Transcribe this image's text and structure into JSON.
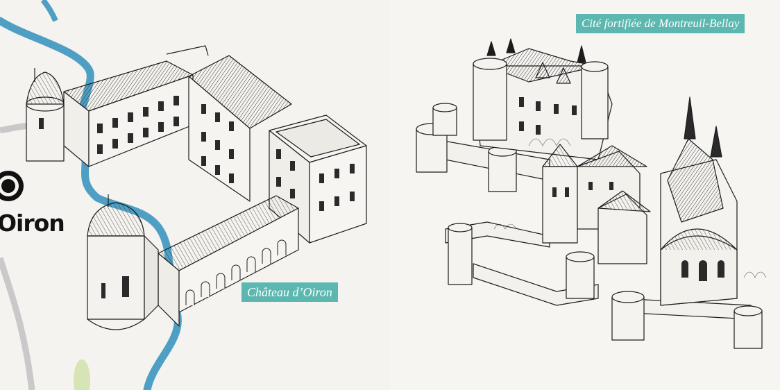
{
  "colors": {
    "caption_bg": "#5bb7b0",
    "river": "#4f9fc4",
    "road": "#c9c9c9",
    "ink": "#1c1c1c",
    "marker": "#111111",
    "leaf": "#cfe0a8"
  },
  "left_panel": {
    "place_label": "Oiron",
    "caption": "Château d’Oiron",
    "marker_icon": "location-ring-icon"
  },
  "right_panel": {
    "caption": "Cité fortifiée de Montreuil-Bellay"
  }
}
